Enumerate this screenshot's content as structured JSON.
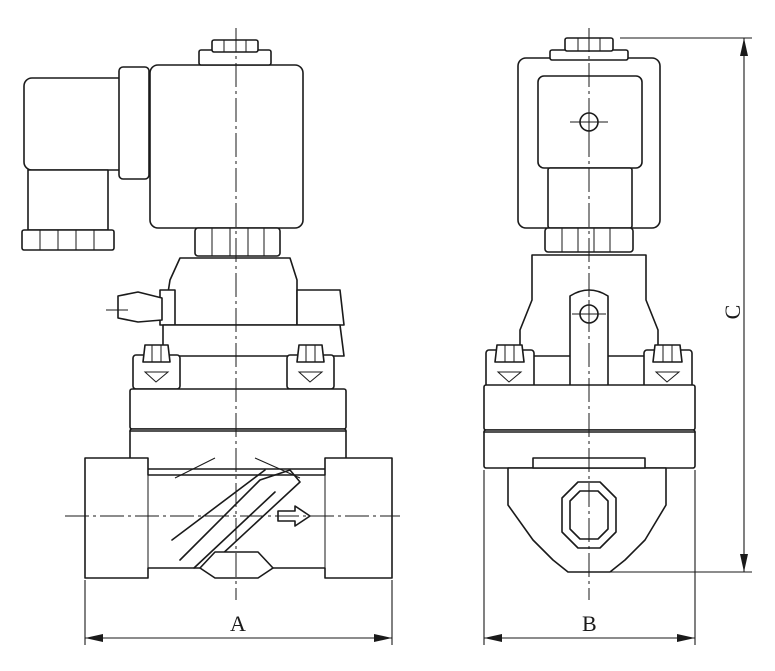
{
  "drawing": {
    "views": [
      "front-view",
      "side-view"
    ],
    "dimensions": {
      "a": "A",
      "b": "B",
      "c": "C"
    }
  }
}
